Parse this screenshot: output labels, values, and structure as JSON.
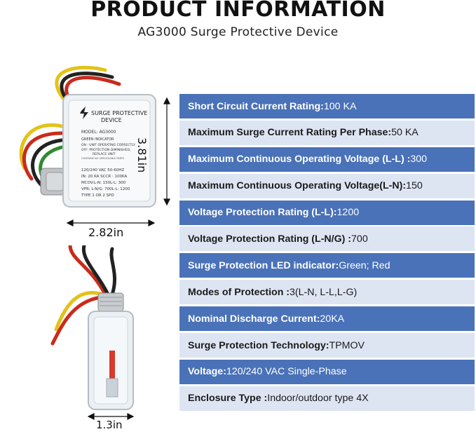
{
  "header": {
    "title": "PRODUCT INFORMATION",
    "subtitle": "AG3000 Surge Protective Device"
  },
  "dimensions": {
    "width": "2.82in",
    "height": "3.81in",
    "side": "1.3in"
  },
  "device_label": {
    "heading_line1": "SURGE PROTECTIVE",
    "heading_line2": "DEVICE",
    "model": "MODEL: AG3000",
    "indicator": "GREEN INDICATOR",
    "on_line": "ON : UNIT OPERATING CORRECTLY",
    "off_line1": "OFF: PROTECTION DIMINISHED,",
    "off_line2": "REPLACE UNIT",
    "parts": "CONTAINS NO SERVICEABLE PARTS",
    "voltage": "120/240 VAC 50-60HZ",
    "in_rating": "IN: 20 KA SCCR : 100KA",
    "mcov": "MCOV:L-N: 150L-L: 300",
    "vpr": "VPR: L-N/G: 700L-L: 1200",
    "type": "TYPE 1 OR 2 SPD"
  },
  "specs": [
    {
      "label": "Short Circuit Current Rating:",
      "value": "100 KA",
      "style": "dark"
    },
    {
      "label": "Maximum Surge Current Rating Per Phase:",
      "value": "50 KA",
      "style": "light"
    },
    {
      "label": "Maximum Continuous Operating Voltage (L-L) :",
      "value": "300",
      "style": "dark"
    },
    {
      "label": "Maximum Continuous Operating Voltage(L-N):",
      "value": " 150",
      "style": "light"
    },
    {
      "label": "Voltage Protection Rating (L-L):",
      "value": "1200",
      "style": "dark"
    },
    {
      "label": "Voltage Protection Rating (L-N/G) :",
      "value": "700",
      "style": "light"
    },
    {
      "label": "Surge Protection LED indicator:",
      "value": "Green; Red",
      "style": "dark"
    },
    {
      "label": "Modes of Protection :",
      "value": "3(L-N, L-L,L-G)",
      "style": "light"
    },
    {
      "label": "Nominal Discharge Current:",
      "value": "20KA",
      "style": "dark"
    },
    {
      "label": "Surge Protection Technology:",
      "value": "TPMOV",
      "style": "light"
    },
    {
      "label": "Voltage:",
      "value": " 120/240 VAC Single-Phase",
      "style": "dark"
    },
    {
      "label": "Enclosure Type :",
      "value": "Indoor/outdoor type 4X",
      "style": "light"
    }
  ],
  "colors": {
    "dark_row": "#4a72b8",
    "light_row": "#dde5f3"
  }
}
